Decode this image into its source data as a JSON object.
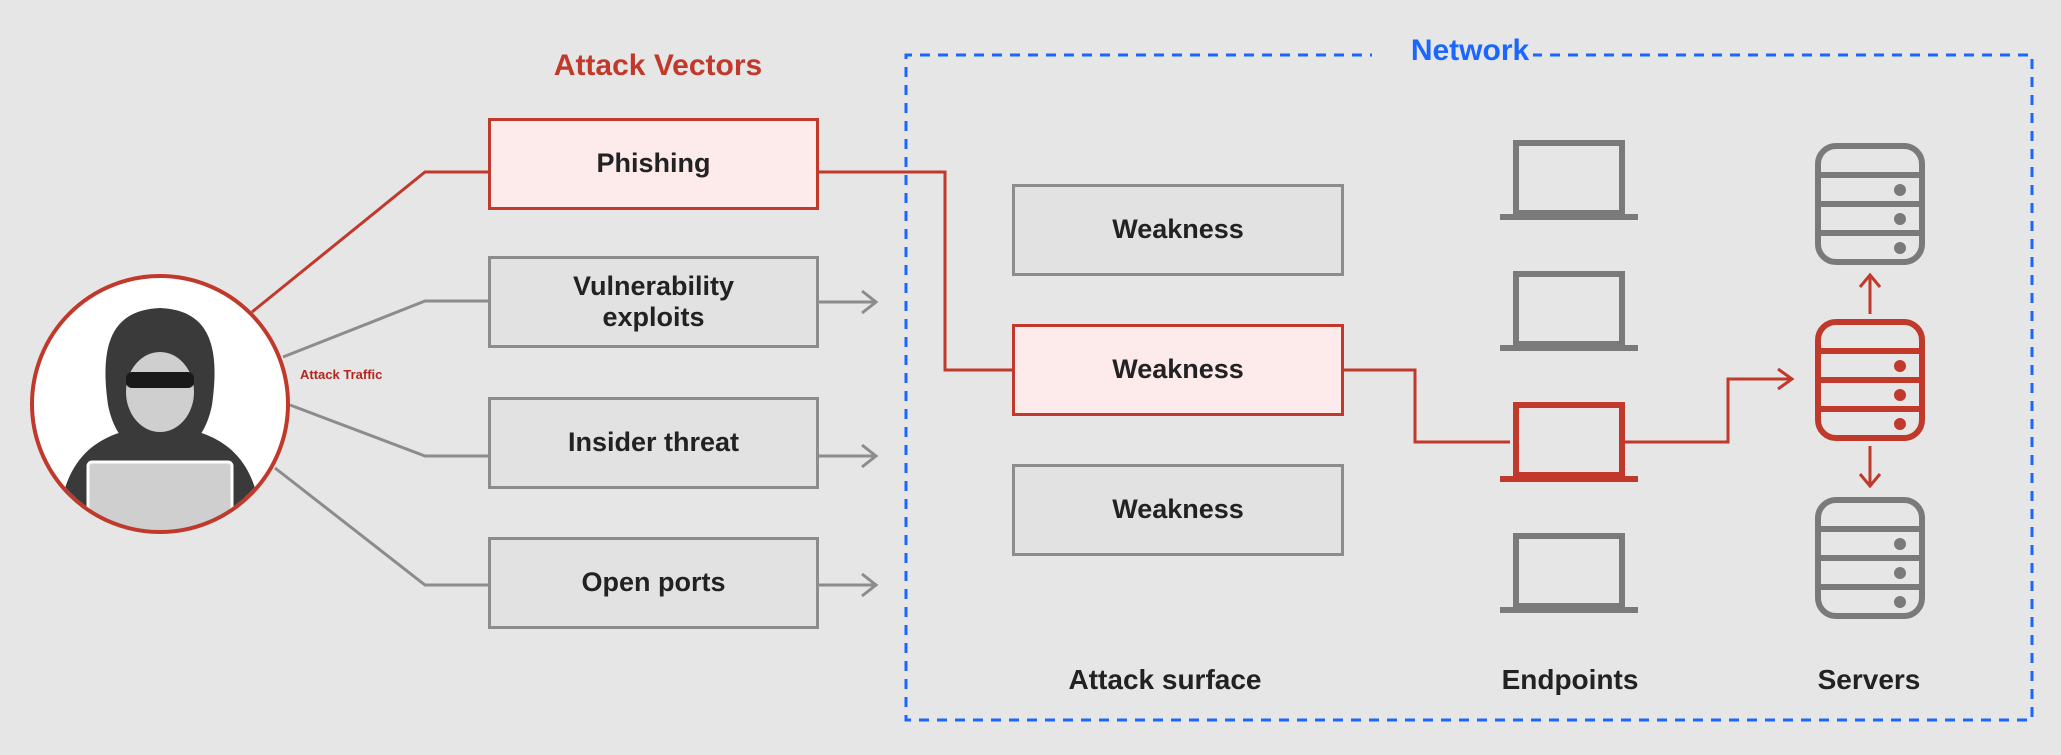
{
  "attack_vectors": {
    "title": "Attack Vectors",
    "items": [
      "Phishing",
      "Vulnerability\nexploits",
      "Insider threat",
      "Open ports"
    ],
    "highlighted_index": 0
  },
  "attacker": {
    "traffic_label": "Attack Traffic"
  },
  "network": {
    "title": "Network",
    "attack_surface": {
      "items": [
        "Weakness",
        "Weakness",
        "Weakness"
      ],
      "highlighted_index": 1,
      "label": "Attack surface"
    },
    "endpoints": {
      "count": 4,
      "highlighted_index": 2,
      "label": "Endpoints"
    },
    "servers": {
      "count": 3,
      "highlighted_index": 1,
      "label": "Servers"
    }
  },
  "colors": {
    "background": "#e6e6e6",
    "attack_red": "#c0392b",
    "network_blue": "#1a66ff",
    "neutral_gray": "#8c8c8c",
    "highlight_fill": "#fdeaea"
  },
  "icons": {
    "attacker": "hooded-hacker-icon",
    "endpoint": "laptop-icon",
    "server": "database-server-icon",
    "arrow": "arrow-right-icon"
  }
}
